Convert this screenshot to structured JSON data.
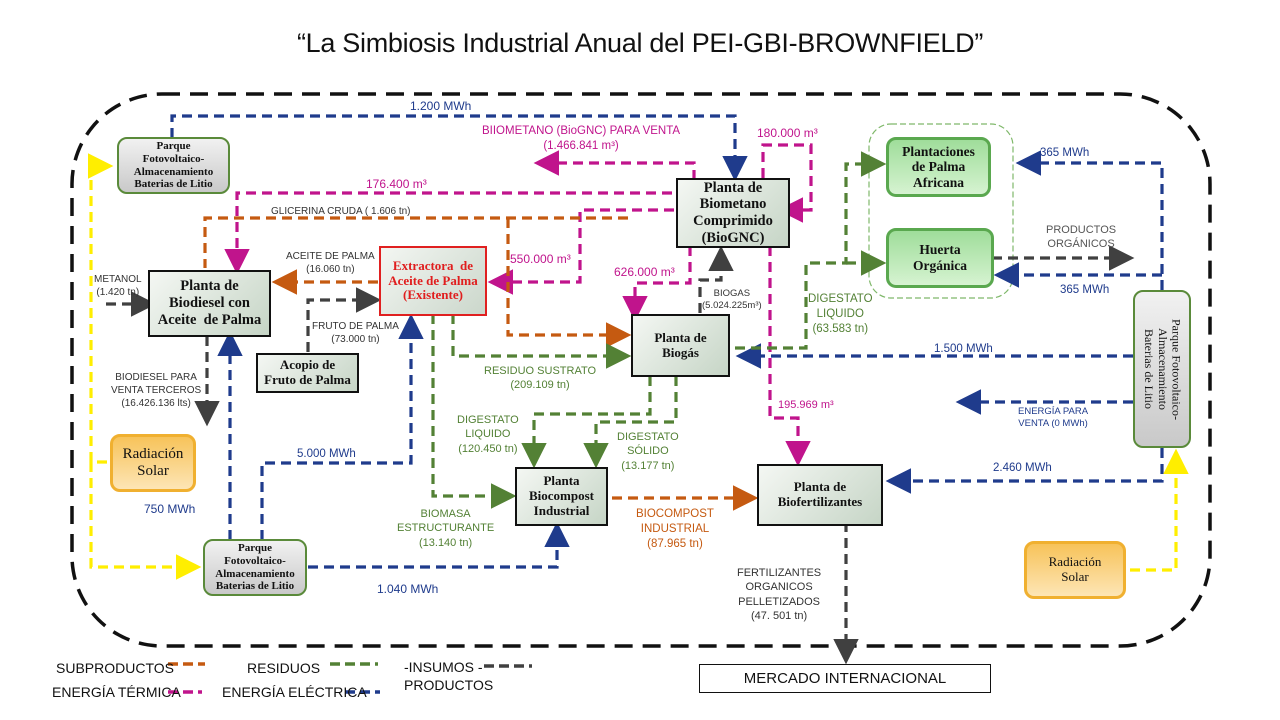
{
  "title": "“La Simbiosis Industrial Anual del PEI-GBI-BROWNFIELD”",
  "colors": {
    "subproductos": "#c55a11",
    "residuos": "#538135",
    "insumos_productos": "#404040",
    "energia_termica": "#c0148c",
    "energia_electrica": "#1f3b8c",
    "radiacion": "#ffff00",
    "boundary": "#111111"
  },
  "nodes": {
    "pv_top": "Parque\nFotovoltaico-\nAlmacenamiento\nBaterias de Litio",
    "pv_bottom": "Parque\nFotovoltaico-\nAlmacenamiento\nBaterias de Litio",
    "pv_right": "Parque Fotovoltaico-\nAlmacenamiento\nBaterias de Litio",
    "biometano": "Planta de\nBiometano\nComprimido\n(BioGNC)",
    "plantaciones": "Plantaciones\nde Palma\nAfricana",
    "huerta": "Huerta\nOrgánica",
    "biodiesel": "Planta de\nBiodiesel con\nAceite  de Palma",
    "extractora": "Extractora  de\nAceite de Palma\n(Existente)",
    "acopio": "Acopio de\nFruto de Palma",
    "biogas": "Planta de\nBiogás",
    "biocompost": "Planta\nBiocompost\nIndustrial",
    "biofertilizantes": "Planta de\nBiofertilizantes",
    "solar_left": "Radiación\nSolar",
    "solar_right": "Radiación\nSolar",
    "mercado": "MERCADO INTERNACIONAL"
  },
  "flows": {
    "pv_top_to_biometano": "1.200 MWh",
    "biometano_venta": "BIIOMETANO (BioGNC) PARA VENTA\n(1.466.841 m³)",
    "biometano_loop": "180.000 m³",
    "biometano_to_biodiesel": "176.400 m³",
    "glicerina": "GLICERINA CRUDA ( 1.606 tn)",
    "aceite_palma": "ACEITE DE PALMA\n(16.060 tn)",
    "metanol": "METANOL\n(1.420 tn)",
    "biometano_to_extractora": "550.000 m³",
    "biometano_to_biogas": "626.000 m³",
    "biogas_to_biometano": "BIOGAS\n(5.024.225m³)",
    "fruto_palma": "FRUTO DE PALMA\n(73.000 tn)",
    "biodiesel_venta": "BIODIESEL PARA\nVENTA TERCEROS\n(16.426.136 lts)",
    "residuo_sustrato": "RESIDUO SUSTRATO\n(209.109 tn)",
    "digestato_liquido_campo": "DIGESTATO\nLIQUIDO\n(63.583 tn)",
    "pv_right_to_plantaciones": "365 MWh",
    "pv_right_to_huerta": "365 MWh",
    "productos_organicos": "PRODUCTOS\nORGÁNICOS",
    "pv_right_to_biogas": "1.500 MWh",
    "energia_venta": "ENERGÍA PARA\nVENTA (0 MWh)",
    "pv_right_to_biofert": "2.460 MWh",
    "biometano_to_biofert": "195.969 m³",
    "digestato_liquido_compost": "DIGESTATO\nLIQUIDO\n(120.450 tn)",
    "digestato_solido": "DIGESTATO\nSÓLIDO\n(13.177 tn)",
    "pv_bottom_to_extractora": "5.000 MWh",
    "biomasa": "BIOMASA\nESTRUCTURANTE\n(13.140 tn)",
    "biocompost": "BIOCOMPOST\nINDUSTRIAL\n(87.965 tn)",
    "solar_to_pv": "750 MWh",
    "pv_bottom_to_compost": "1.040 MWh",
    "fertilizantes": "FERTILIZANTES\nORGANICOS\nPELLETIZADOS\n(47. 501 tn)"
  },
  "legend": {
    "subproductos": "SUBPRODUCTOS",
    "energia_termica": "ENERGÍA TÉRMICA",
    "residuos": "RESIDUOS",
    "energia_electrica": "ENERGÍA ELÉCTRICA",
    "insumos": "-INSUMOS -\nPRODUCTOS"
  }
}
